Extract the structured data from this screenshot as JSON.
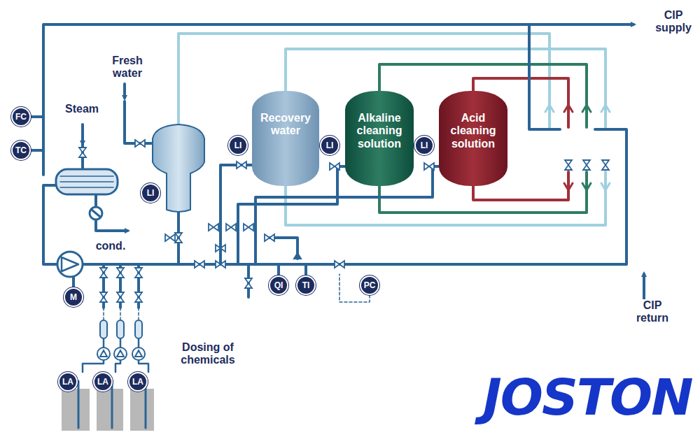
{
  "diagram": {
    "nodes": [
      {
        "text": [
          "FC"
        ]
      },
      {
        "text": [
          "TC"
        ]
      },
      {
        "text": [
          "LI"
        ]
      },
      {
        "text": [
          "Recovery water"
        ]
      },
      {
        "text": [
          "LI"
        ]
      },
      {
        "text": [
          "Alkaline cleaning solution"
        ]
      },
      {
        "text": [
          "LI"
        ]
      },
      {
        "text": [
          "Acid cleaning solution"
        ]
      },
      {
        "text": [
          "LI"
        ]
      },
      {
        "text": [
          "M"
        ]
      },
      {
        "text": [
          "QI"
        ]
      },
      {
        "text": [
          "TI"
        ]
      },
      {
        "text": [
          "PC"
        ]
      },
      {
        "text": [
          "LA"
        ]
      },
      {
        "text": [
          "LA"
        ]
      },
      {
        "text": [
          "LA"
        ]
      }
    ],
    "labels": [
      "Fresh water",
      "Steam",
      "cond.",
      "CIP supply",
      "CIP return",
      "Dosing of chemicals",
      "JOSTON"
    ]
  }
}
